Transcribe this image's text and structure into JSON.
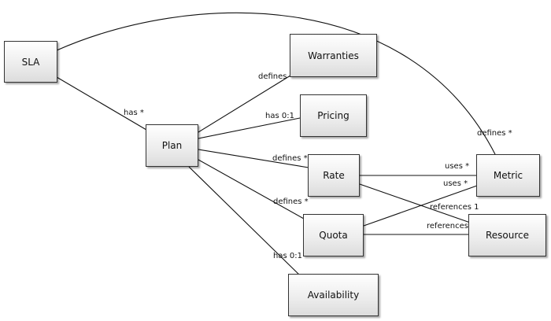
{
  "nodes": {
    "sla": "SLA",
    "warranties": "Warranties",
    "pricing": "Pricing",
    "plan": "Plan",
    "rate": "Rate",
    "metric": "Metric",
    "quota": "Quota",
    "resource": "Resource",
    "availability": "Availability"
  },
  "edges": {
    "sla_plan": "has *",
    "plan_warranties": "defines *",
    "plan_pricing": "has 0:1",
    "plan_rate": "defines *",
    "plan_quota": "defines *",
    "plan_availability": "has 0:1",
    "sla_metric": "defines *",
    "rate_metric": "uses *",
    "quota_metric": "uses *",
    "rate_resource": "references 1",
    "quota_resource": "references 1"
  }
}
